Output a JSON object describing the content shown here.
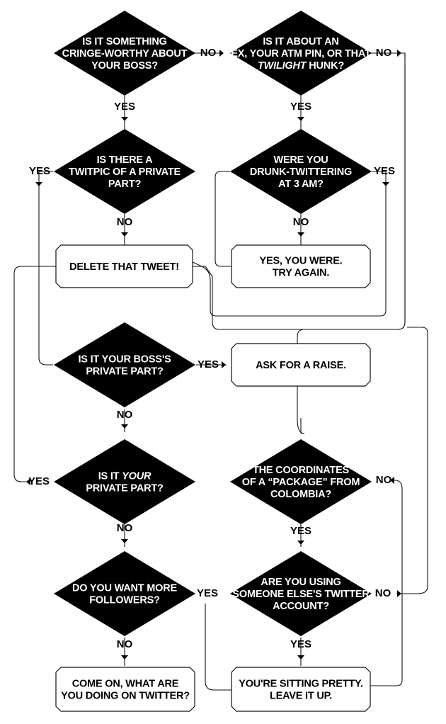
{
  "colors": {
    "diamond_fill": "#000000",
    "diamond_text": "#ffffff",
    "line": "#111111",
    "background": "#ffffff"
  },
  "labels": {
    "yes": "YES",
    "no": "NO"
  },
  "decisions": {
    "d1": [
      "IS IT SOMETHING",
      "CRINGE-WORTHY ABOUT",
      "YOUR BOSS?"
    ],
    "d2": [
      "IS IT ABOUT AN",
      "EX, YOUR ATM PIN, OR THAT",
      {
        "italic": "TWILIGHT",
        "text": " HUNK?"
      }
    ],
    "d3": [
      "IS THERE A",
      "TWITPIC OF A PRIVATE",
      "PART?"
    ],
    "d4": [
      "WERE YOU",
      "DRUNK-TWITTERING",
      "AT 3 AM?"
    ],
    "d5": [
      "IS IT YOUR BOSS'S",
      "PRIVATE PART?"
    ],
    "d6": [
      {
        "text": "IS IT ",
        "italic": "YOUR"
      },
      "PRIVATE PART?"
    ],
    "d7": [
      "THE COORDINATES",
      "OF A “PACKAGE” FROM",
      "COLOMBIA?"
    ],
    "d8": [
      "DO YOU WANT MORE",
      "FOLLOWERS?"
    ],
    "d9": [
      "ARE YOU USING",
      "SOMEONE ELSE'S TWITTER",
      "ACCOUNT?"
    ]
  },
  "outcomes": {
    "delete": [
      "DELETE THAT TWEET!"
    ],
    "try_again": [
      "YES, YOU WERE.",
      "TRY AGAIN."
    ],
    "raise": [
      "ASK FOR A RAISE."
    ],
    "come_on": [
      "COME ON, WHAT ARE",
      "YOU DOING ON TWITTER?"
    ],
    "pretty": [
      "YOU'RE SITTING PRETTY.",
      "LEAVE IT UP."
    ]
  }
}
